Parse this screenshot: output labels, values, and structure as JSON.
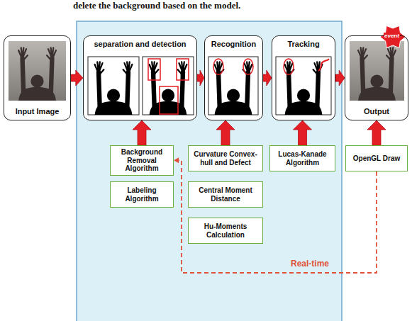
{
  "diagram": {
    "nodes": [
      {
        "text": [
          "Input Image"
        ]
      },
      {
        "text": [
          "separation and detection"
        ]
      },
      {
        "text": [
          "Recognition"
        ]
      },
      {
        "text": [
          "Tracking"
        ]
      },
      {
        "text": [
          "Output"
        ]
      },
      {
        "text": [
          "Background Removal Algorithm"
        ]
      },
      {
        "text": [
          "Labeling Algorithm"
        ]
      },
      {
        "text": [
          "Curvature Convex-hull and Defect"
        ]
      },
      {
        "text": [
          "Central Moment Distance"
        ]
      },
      {
        "text": [
          "Hu-Moments Calculation"
        ]
      },
      {
        "text": [
          "Lucas-Kanade Algorithm"
        ]
      },
      {
        "text": [
          "OpenGL Draw"
        ]
      }
    ],
    "edges": [
      {
        "from": 0,
        "to": 1,
        "arrow": "to"
      },
      {
        "from": 1,
        "to": 2,
        "arrow": "to"
      },
      {
        "from": 2,
        "to": 3,
        "arrow": "to"
      },
      {
        "from": 3,
        "to": 4,
        "arrow": "to"
      },
      {
        "from": 5,
        "to": 1,
        "arrow": "to"
      },
      {
        "from": 7,
        "to": 2,
        "arrow": "to"
      },
      {
        "from": 10,
        "to": 3,
        "arrow": "to"
      },
      {
        "from": 11,
        "to": 4,
        "arrow": "to"
      },
      {
        "from": 11,
        "to": 5,
        "label": "Real-time",
        "arrow": "to"
      }
    ],
    "labels": [
      "delete the background based on the model.",
      "event"
    ]
  }
}
